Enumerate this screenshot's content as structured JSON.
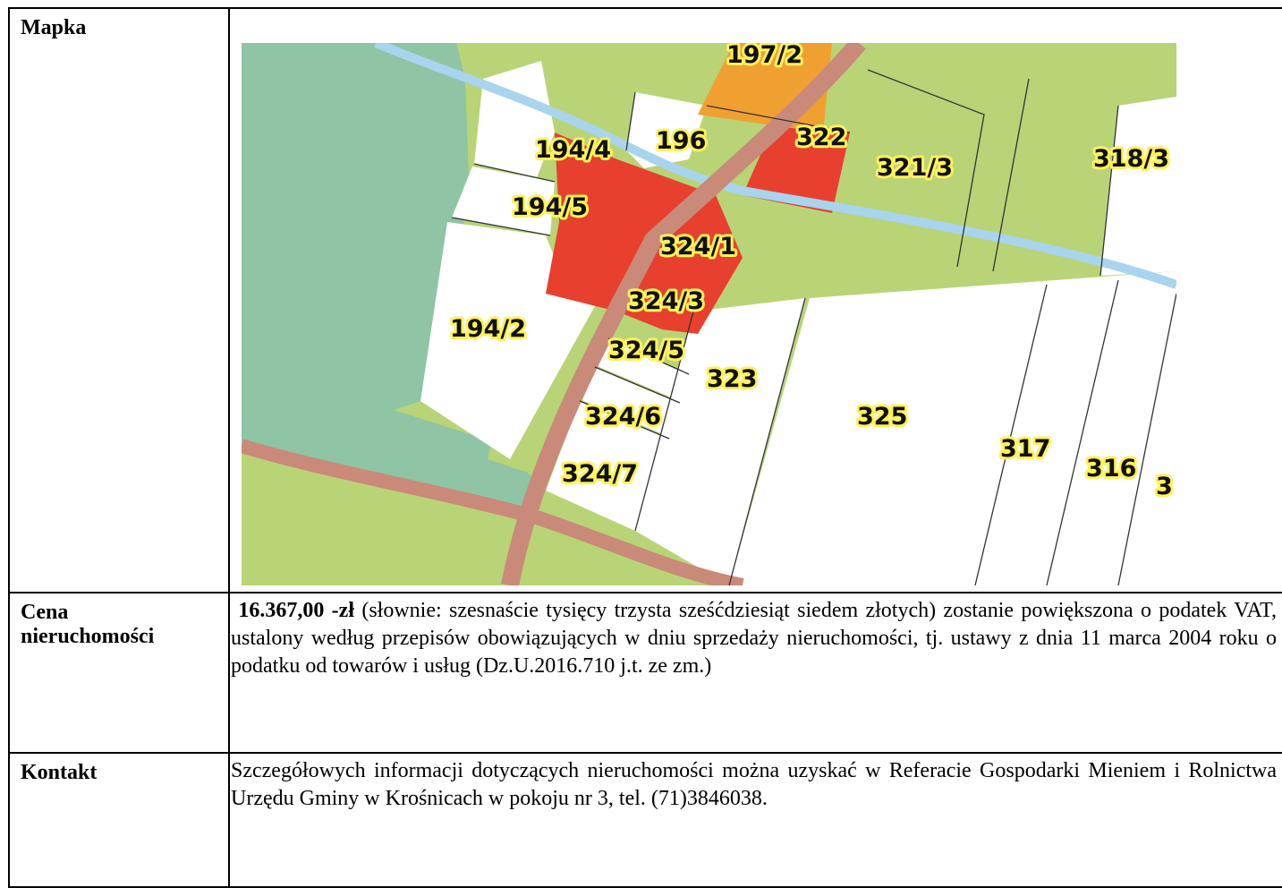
{
  "rows": {
    "map": {
      "label": "Mapka"
    },
    "price": {
      "label_line1": "Cena",
      "label_line2": "nieruchomości",
      "amount": "16.367,00 -zł",
      "text": " (słownie: szesnaście tysięcy trzysta sześćdziesiąt siedem złotych) zostanie powiększona o podatek VAT, ustalony według przepisów obowiązujących w dniu sprzedaży nieruchomości, tj. ustawy z dnia 11 marca 2004 roku o podatku od towarów i usług (Dz.U.2016.710 j.t. ze zm.)"
    },
    "contact": {
      "label": "Kontakt",
      "text": "Szczegółowych informacji dotyczących nieruchomości można uzyskać w Referacie Gospodarki Mieniem i Rolnictwa Urzędu Gminy w Krośnicach w pokoju nr 3, tel. (71)3846038."
    }
  },
  "map": {
    "colors": {
      "meadow": "#8fc4a4",
      "agricultural": "#b8d477",
      "residential": "#e8402e",
      "service": "#f0a030",
      "road": "#c98a7a",
      "stream": "#a8d4ee",
      "plot_white": "#ffffff"
    },
    "plot_labels": [
      {
        "id": "lbl-197-2",
        "text": "197/2"
      },
      {
        "id": "lbl-194-4",
        "text": "194/4"
      },
      {
        "id": "lbl-196",
        "text": "196"
      },
      {
        "id": "lbl-322",
        "text": "322"
      },
      {
        "id": "lbl-321-3",
        "text": "321/3"
      },
      {
        "id": "lbl-318-3",
        "text": "318/3"
      },
      {
        "id": "lbl-194-5",
        "text": "194/5"
      },
      {
        "id": "lbl-324-1",
        "text": "324/1"
      },
      {
        "id": "lbl-324-3",
        "text": "324/3"
      },
      {
        "id": "lbl-194-2",
        "text": "194/2"
      },
      {
        "id": "lbl-324-5",
        "text": "324/5"
      },
      {
        "id": "lbl-323",
        "text": "323"
      },
      {
        "id": "lbl-324-6",
        "text": "324/6"
      },
      {
        "id": "lbl-325",
        "text": "325"
      },
      {
        "id": "lbl-317",
        "text": "317"
      },
      {
        "id": "lbl-316",
        "text": "316"
      },
      {
        "id": "lbl-324-7",
        "text": "324/7"
      },
      {
        "id": "lbl-3",
        "text": "3"
      }
    ]
  }
}
